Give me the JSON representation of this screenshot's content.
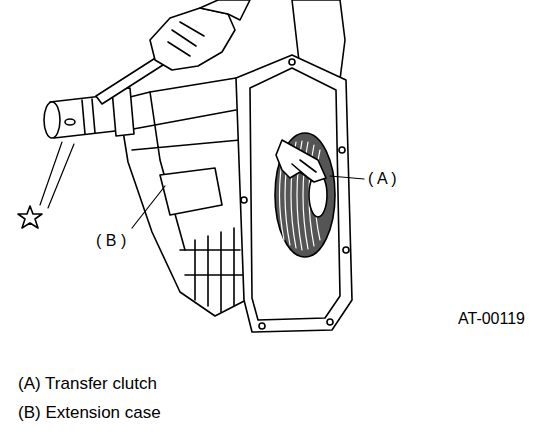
{
  "diagram": {
    "labels": [
      "( A )",
      "( B )",
      "AT-00119",
      "(A) Transfer clutch",
      "(B) Extension case"
    ]
  }
}
